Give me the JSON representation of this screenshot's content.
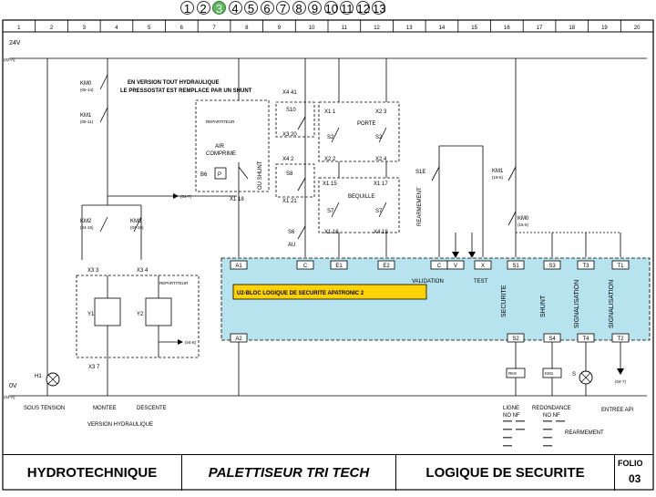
{
  "page_nav": [
    "1",
    "2",
    "3",
    "4",
    "5",
    "6",
    "7",
    "8",
    "9",
    "10",
    "11",
    "12",
    "13"
  ],
  "page_nav_active_index": 2,
  "columns": [
    "1",
    "2",
    "3",
    "4",
    "5",
    "6",
    "7",
    "8",
    "9",
    "10",
    "11",
    "12",
    "13",
    "14",
    "15",
    "16",
    "17",
    "18",
    "19",
    "20"
  ],
  "supply": {
    "top": "24V",
    "bottom": "0V",
    "top_ref": "(02-A)",
    "bottom_ref": "(04-A)"
  },
  "note": {
    "line1": "EN VERSION TOUT HYDRAULIQUE",
    "line2": "LE PRESSOSTAT EST REMPLACE PAR UN SHUNT"
  },
  "contacts": {
    "km0": "KM0",
    "km0_ref": "(05-14)",
    "km1": "KM1",
    "km1_ref": "(05-11)",
    "km2": "KM2",
    "km2_ref": "(04-15)",
    "km3": "KM3",
    "km3_ref": "(04-15)",
    "km1b": "KM1",
    "km1b_ref": "(15-6)",
    "km0b": "KM0",
    "km0b_ref": "(15-6)",
    "s1e": "S1E",
    "rearmement_v": "REARMEMENT"
  },
  "pneumatic": {
    "repartiteur": "REPARTITEUR",
    "air": "AIR",
    "comprime": "COMPRIME",
    "b6": "B6",
    "p": "P",
    "ou_shunt": "OU SHUNT",
    "ref": "(04-7)"
  },
  "terminals": {
    "x41": "X4 41",
    "x41a": "X1 18",
    "x11": "X1 1",
    "x23": "X2 3",
    "x310": "X3 20",
    "x42": "X4 2",
    "x24": "X2 4",
    "x115": "X1 15",
    "x117": "X1 17",
    "x121": "X1 21",
    "x116": "X1 16",
    "x418": "X4 18",
    "x33": "X3 3",
    "x34": "X3 4",
    "x37": "X3 7"
  },
  "switches": {
    "s10": "S10",
    "s2a": "S2",
    "s2b": "S2",
    "s8": "S8",
    "s7a": "S7",
    "s7b": "S7",
    "s6": "S6",
    "au": "AU",
    "porte": "PORTE",
    "bequille": "BEQUILLE"
  },
  "module": {
    "top_terminals": [
      "A1",
      "C",
      "E1",
      "E2",
      "C",
      "V",
      "X",
      "S1",
      "S3",
      "T3",
      "T1"
    ],
    "validation": "VALIDATION",
    "test": "TEST",
    "title": "U2-BLOC LOGIQUE DE SECURITE APATRONIC 2",
    "inner_labels": [
      "SECURITE",
      "SHUNT",
      "SIGNALISATION",
      "SIGNALISATION"
    ],
    "bottom_terminals": [
      "A2",
      "S2",
      "S4",
      "T4",
      "T2"
    ]
  },
  "valve": {
    "repartiteur": "REPARTITEUR",
    "y1": "Y1",
    "y2": "Y2",
    "ref": "(04-8)"
  },
  "outputs": {
    "rk8": "RK8",
    "km1": "KM1",
    "s_label": "S",
    "ref": "(04-7)"
  },
  "bottom_labels": {
    "h1": "H1",
    "sous_tension": "SOUS TENSION",
    "montee": "MONTEE",
    "descente": "DESCENTE",
    "version": "VERSION HYDRAULIQUE",
    "ligne": "LIGNE",
    "redondance": "REDONDANCE",
    "entree_api": "ENTREE API",
    "no_nf_1": "NO NF",
    "no_nf_2": "NO NF",
    "rearmement": "REARMEMENT"
  },
  "title_block": {
    "company": "HYDROTECHNIQUE",
    "project": "PALETTISEUR TRI TECH",
    "subject": "LOGIQUE DE SECURITE",
    "folio_label": "FOLIO",
    "folio_num": "03"
  },
  "colors": {
    "module_fill": "#b7e3ee",
    "title_fill": "#ffd200",
    "nav_active": "#5cb85c"
  }
}
